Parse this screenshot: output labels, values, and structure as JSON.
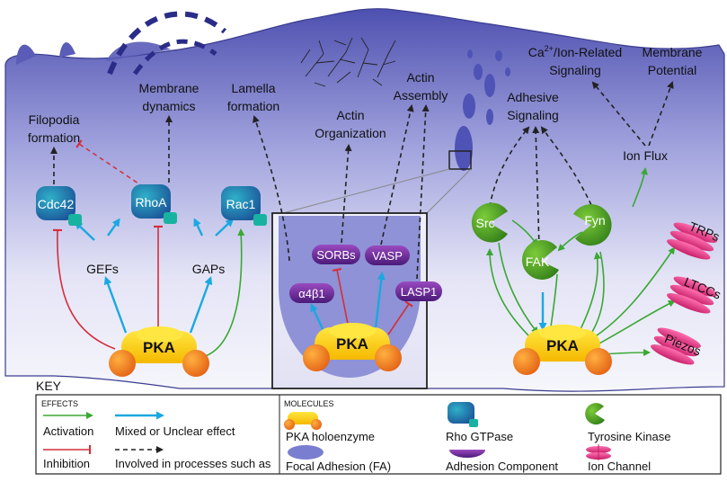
{
  "colors": {
    "cell_top": "#5558b8",
    "cell_bottom": "#eeeefa",
    "activation": "#3aa832",
    "inhibition": "#d42e3a",
    "mixed": "#1aa8e0",
    "process": "#222222",
    "gtpase": "#1f74a8",
    "gtpase_tag": "#18b3a0",
    "kinase": "#4a9a28",
    "pka_body": "#ffd21a",
    "pka_cap": "#f07818",
    "adhesion": "#5a2a8a",
    "ion_channel": "#e0307a",
    "focal_adhesion": "#5a5ec0"
  },
  "processes": {
    "filopodia": [
      "Filopodia",
      "formation"
    ],
    "membrane_dynamics": [
      "Membrane",
      "dynamics"
    ],
    "lamella": [
      "Lamella",
      "formation"
    ],
    "actin_org": [
      "Actin",
      "Organization"
    ],
    "actin_assembly": [
      "Actin",
      "Assembly"
    ],
    "adhesive_signaling": [
      "Adhesive",
      "Signaling"
    ],
    "ca_ion": [
      "Ca",
      "2+",
      "/Ion-Related",
      "Signaling"
    ],
    "membrane_potential": [
      "Membrane",
      "Potential"
    ],
    "ion_flux": "Ion Flux"
  },
  "molecules": {
    "cdc42": "Cdc42",
    "rhoa": "RhoA",
    "rac1": "Rac1",
    "gefs": "GEFs",
    "gaps": "GAPs",
    "pka": "PKA",
    "sorbs": "SORBs",
    "vasp": "VASP",
    "a4b1": "α4β1",
    "lasp1": "LASP1",
    "src": "Src",
    "fak": "FAK",
    "fyn": "Fyn",
    "trps": "TRPs",
    "ltccs": "LTCCs",
    "piezos": "Piezos"
  },
  "key": {
    "title": "KEY",
    "effects_header": "EFFECTS",
    "molecules_header": "MOLECULES",
    "activation": "Activation",
    "inhibition": "Inhibition",
    "mixed": "Mixed or Unclear effect",
    "involved": "Involved in processes such as",
    "pka_holoenzyme": "PKA holoenzyme",
    "focal_adhesion": "Focal Adhesion (FA)",
    "rho_gtpase": "Rho GTPase",
    "adhesion_component": "Adhesion Component",
    "tyrosine_kinase": "Tyrosine Kinase",
    "ion_channel": "Ion Channel"
  }
}
